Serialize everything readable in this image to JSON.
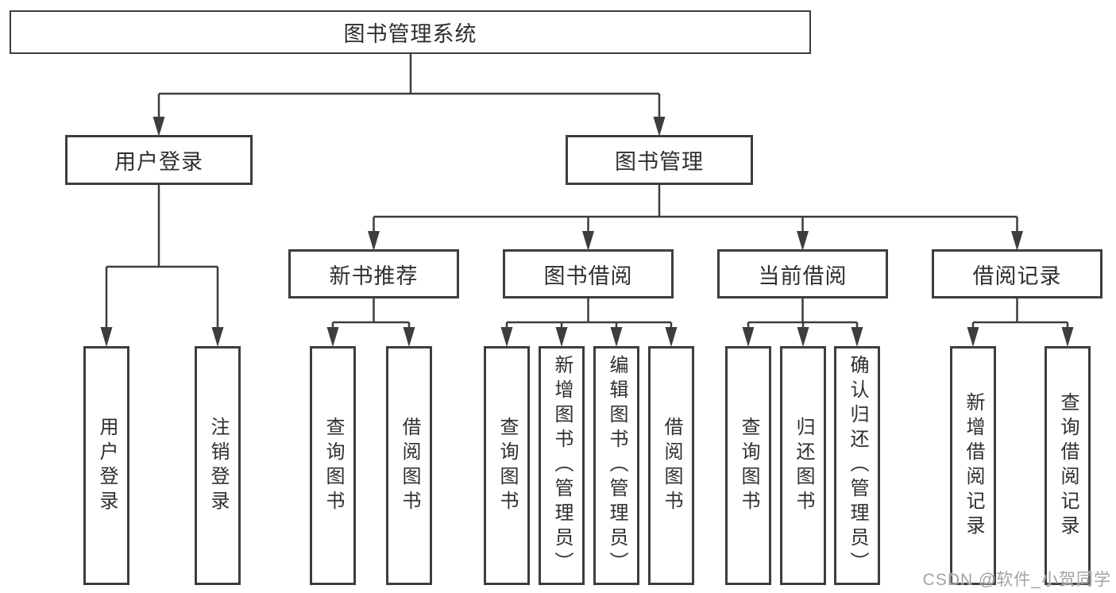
{
  "diagram": {
    "title": "图书管理系统",
    "level2": [
      {
        "label": "用户登录"
      },
      {
        "label": "图书管理"
      }
    ],
    "level3": [
      {
        "label": "新书推荐"
      },
      {
        "label": "图书借阅"
      },
      {
        "label": "当前借阅"
      },
      {
        "label": "借阅记录"
      }
    ],
    "leaves": {
      "user_login": [
        "用户登录",
        "注销登录"
      ],
      "new_book_recommend": [
        "查询图书",
        "借阅图书"
      ],
      "book_borrow": [
        "查询图书",
        "新增图书（管理员）",
        "编辑图书（管理员）",
        "借阅图书"
      ],
      "current_borrow": [
        "查询图书",
        "归还图书",
        "确认归还（管理员）"
      ],
      "borrow_records": [
        "新增借阅记录",
        "查询借阅记录"
      ]
    }
  },
  "watermark": {
    "text": "CSDN @软件_小贺同学"
  },
  "colors": {
    "line": "#3d3d3d",
    "text": "#2f2f2f",
    "watermark": "#a3a3a3",
    "background": "#ffffff"
  }
}
